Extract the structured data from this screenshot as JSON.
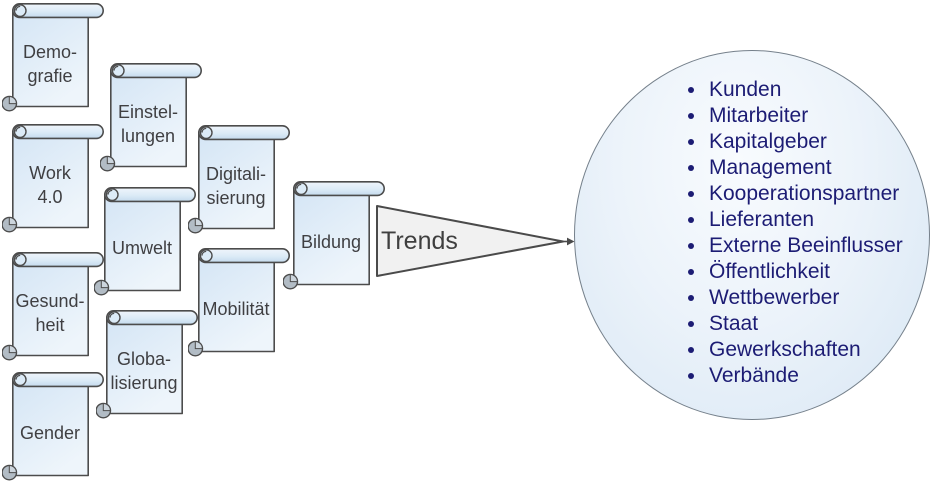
{
  "diagram": {
    "scrolls": [
      {
        "id": "demografie",
        "label": "Demo-\ngrafie"
      },
      {
        "id": "work-4-0",
        "label": "Work\n4.0"
      },
      {
        "id": "gesundheit",
        "label": "Gesund-\nheit"
      },
      {
        "id": "gender",
        "label": "Gender"
      },
      {
        "id": "einstellungen",
        "label": "Einstel-\nlungen"
      },
      {
        "id": "umwelt",
        "label": "Umwelt"
      },
      {
        "id": "globalisierung",
        "label": "Globa-\nlisierung"
      },
      {
        "id": "digitalisierung",
        "label": "Digitali-\nsierung"
      },
      {
        "id": "mobilitaet",
        "label": "Mobilität"
      },
      {
        "id": "bildung",
        "label": "Bildung"
      }
    ],
    "arrow": {
      "label": "Trends"
    },
    "stakeholders": [
      "Kunden",
      "Mitarbeiter",
      "Kapitalgeber",
      "Management",
      "Kooperationspartner",
      "Lieferanten",
      "Externe Beeinflusser",
      "Öffentlichkeit",
      "Wettbewerber",
      "Staat",
      "Gewerkschaften",
      "Verbände"
    ]
  },
  "colors": {
    "background": "#ffffff",
    "scroll_fill": "#dcebf7",
    "scroll_fill_light": "#edf4fb",
    "scroll_outline": "#4c4c4c",
    "scroll_text": "#3f3f42",
    "curl_gray": "#b2bcc5",
    "arrow_fill": "#f1f1f1",
    "arrow_outline": "#4a4a4a",
    "arrow_text": "#3f3f3f",
    "circle_fill": "#d7e6f4",
    "circle_border": "#75808b",
    "stakeholder_text": "#1c1c74"
  }
}
